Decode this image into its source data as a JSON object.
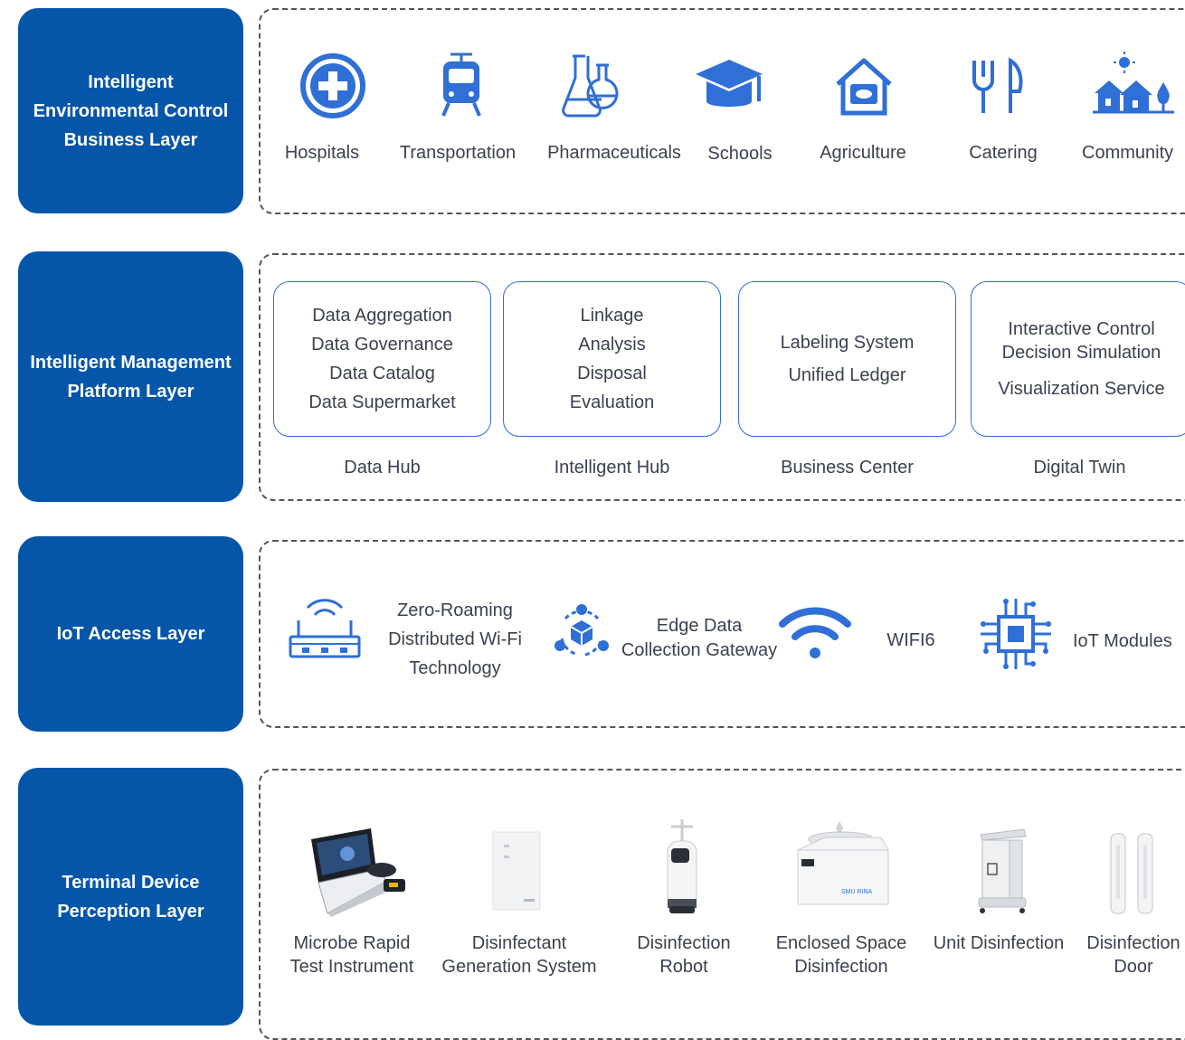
{
  "layers": [
    {
      "label": "Intelligent\nEnvironmental Control\nBusiness Layer"
    },
    {
      "label": "Intelligent Management\nPlatform Layer"
    },
    {
      "label": "IoT Access Layer"
    },
    {
      "label": "Terminal Device\nPerception Layer"
    }
  ],
  "business": {
    "items": [
      "Hospitals",
      "Transportation",
      "Pharmaceuticals",
      "Schools",
      "Agriculture",
      "Catering",
      "Community"
    ],
    "icons": [
      "hospital-cross-icon",
      "train-icon",
      "flask-icon",
      "graduation-cap-icon",
      "farm-house-icon",
      "fork-knife-icon",
      "community-houses-icon"
    ],
    "icon_color": "#2f6fd6"
  },
  "platform": {
    "boxes": [
      {
        "lines": [
          "Data Aggregation",
          "Data Governance",
          "Data Catalog",
          "Data Supermarket"
        ],
        "caption": "Data Hub"
      },
      {
        "lines": [
          "Linkage",
          "Analysis",
          "Disposal",
          "Evaluation"
        ],
        "caption": "Intelligent Hub"
      },
      {
        "lines": [
          "Labeling System",
          "Unified Ledger"
        ],
        "caption": "Business Center"
      },
      {
        "lines": [
          "Interactive Control",
          "Decision Simulation",
          "Visualization Service"
        ],
        "caption": "Digital Twin"
      }
    ]
  },
  "access": {
    "items": [
      {
        "icon": "router-icon",
        "label": "Zero-Roaming\nDistributed Wi-Fi\nTechnology"
      },
      {
        "icon": "edge-gateway-icon",
        "label": "Edge Data\nCollection Gateway"
      },
      {
        "icon": "wifi-icon",
        "label": "WIFI6"
      },
      {
        "icon": "chip-icon",
        "label": "IoT Modules"
      }
    ]
  },
  "devices": {
    "items": [
      "Microbe Rapid\nTest Instrument",
      "Disinfectant\nGeneration System",
      "Disinfection\nRobot",
      "Enclosed Space\nDisinfection",
      "Unit Disinfection",
      "Disinfection\nDoor"
    ],
    "images": [
      "microbe-test-instrument-image",
      "disinfectant-generator-image",
      "disinfection-robot-image",
      "enclosed-space-disinfector-image",
      "unit-disinfection-image",
      "disinfection-door-image"
    ]
  }
}
